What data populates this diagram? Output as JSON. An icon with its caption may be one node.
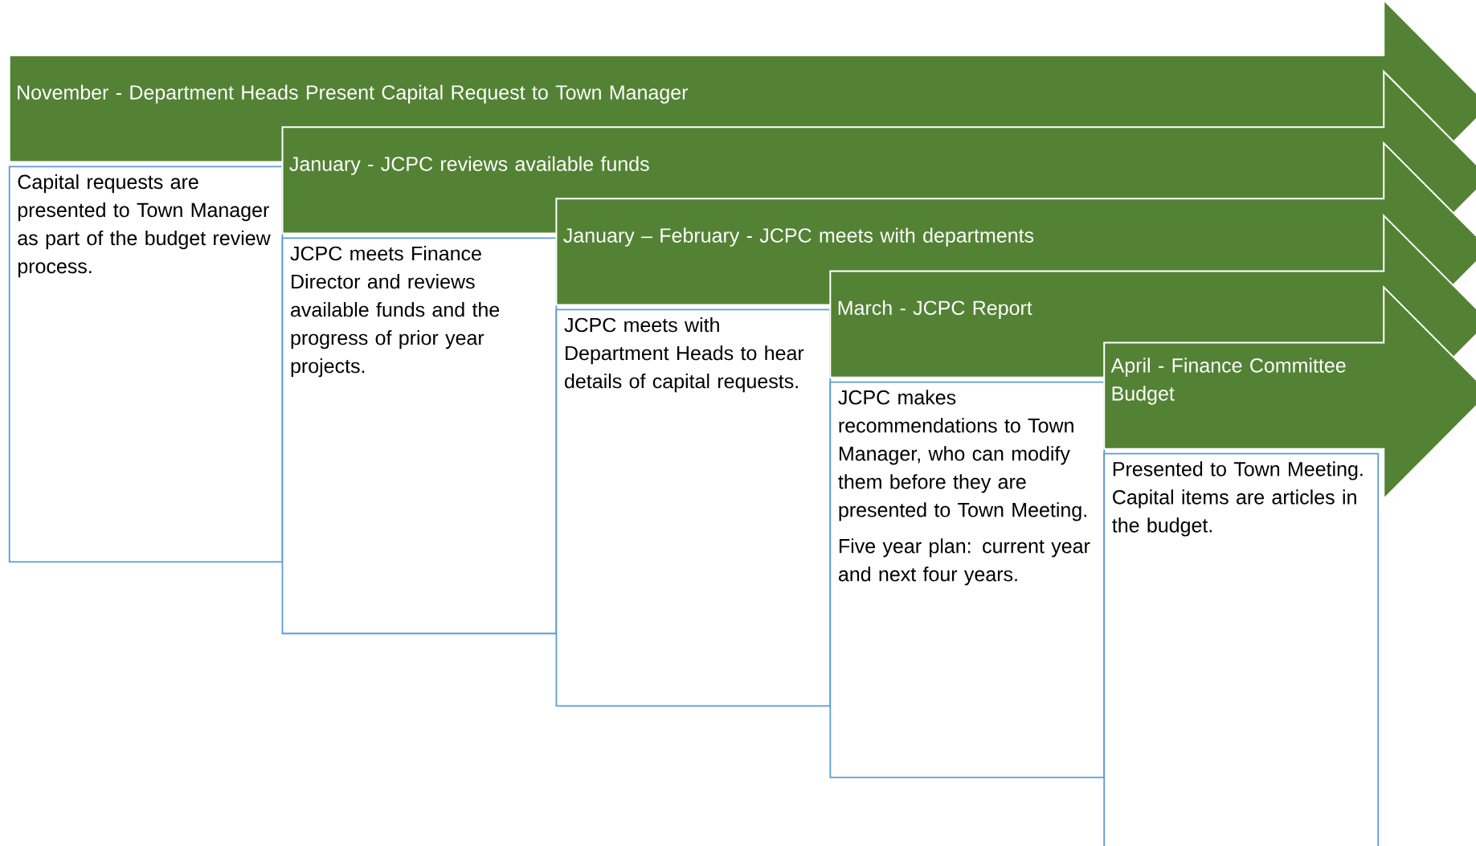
{
  "diagram": {
    "nodes": [
      {
        "text": [
          "November - Department Heads Present Capital Request to Town Manager"
        ]
      },
      {
        "text": [
          "Capital requests are presented to Town Manager as part of the budget review process."
        ]
      },
      {
        "text": [
          "January - JCPC reviews available funds"
        ]
      },
      {
        "text": [
          "JCPC meets Finance Director and reviews available funds and the progress of prior year projects."
        ]
      },
      {
        "text": [
          "January – February - JCPC meets with departments"
        ]
      },
      {
        "text": [
          "JCPC meets with Department Heads to hear details of capital requests."
        ]
      },
      {
        "text": [
          "March - JCPC Report"
        ]
      },
      {
        "text": [
          "JCPC makes recommendations to Town Manager, who can modify them before they are presented to Town Meeting.",
          "Five year plan: current year and next four years."
        ]
      },
      {
        "text": [
          "April - Finance Committee Budget"
        ]
      },
      {
        "text": [
          "Presented to Town Meeting.  Capital items are articles in the budget."
        ]
      }
    ]
  }
}
